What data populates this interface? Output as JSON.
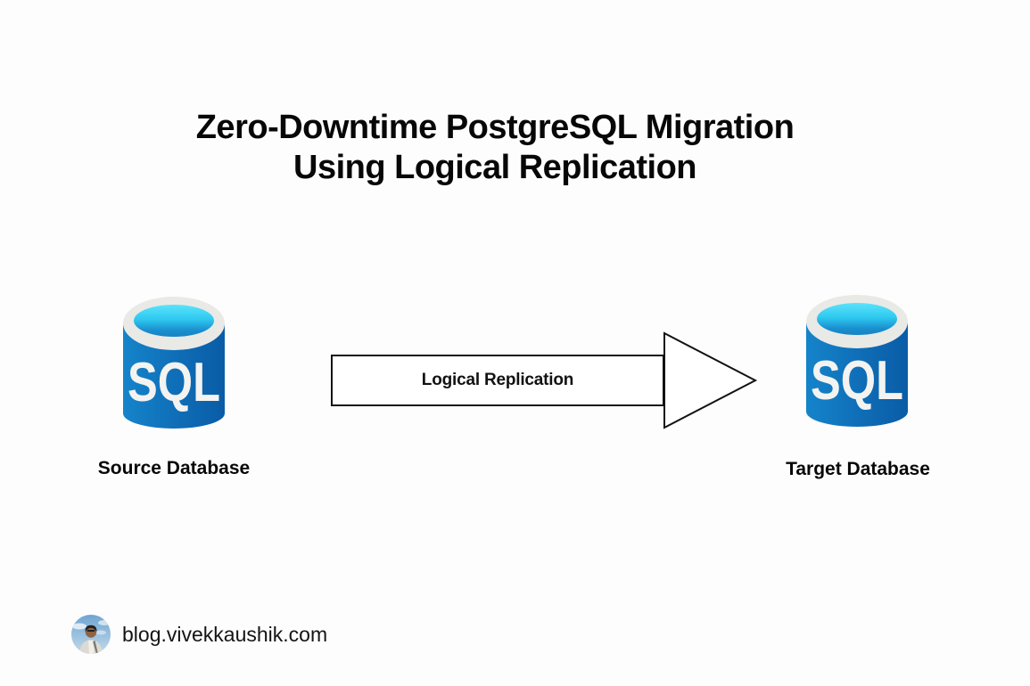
{
  "title": {
    "line1": "Zero-Downtime PostgreSQL Migration",
    "line2": "Using Logical Replication"
  },
  "diagram": {
    "source_db": {
      "label": "Source Database",
      "icon_text": "SQL"
    },
    "target_db": {
      "label": "Target Database",
      "icon_text": "SQL"
    },
    "arrow": {
      "label": "Logical Replication",
      "direction": "left-to-right"
    },
    "colors": {
      "db_body_blue": "#0F6FB8",
      "db_body_blue_dark": "#0A5CA6",
      "db_rim_gray": "#E9E9E6",
      "db_inner_cyan_top": "#5BE3FA",
      "db_inner_blue_bottom": "#1583C5",
      "sql_text_white": "#F3F3F1",
      "arrow_outline_black": "#121212"
    }
  },
  "footer": {
    "site_url": "blog.vivekkaushik.com",
    "avatar": "author-photo-avatar"
  }
}
